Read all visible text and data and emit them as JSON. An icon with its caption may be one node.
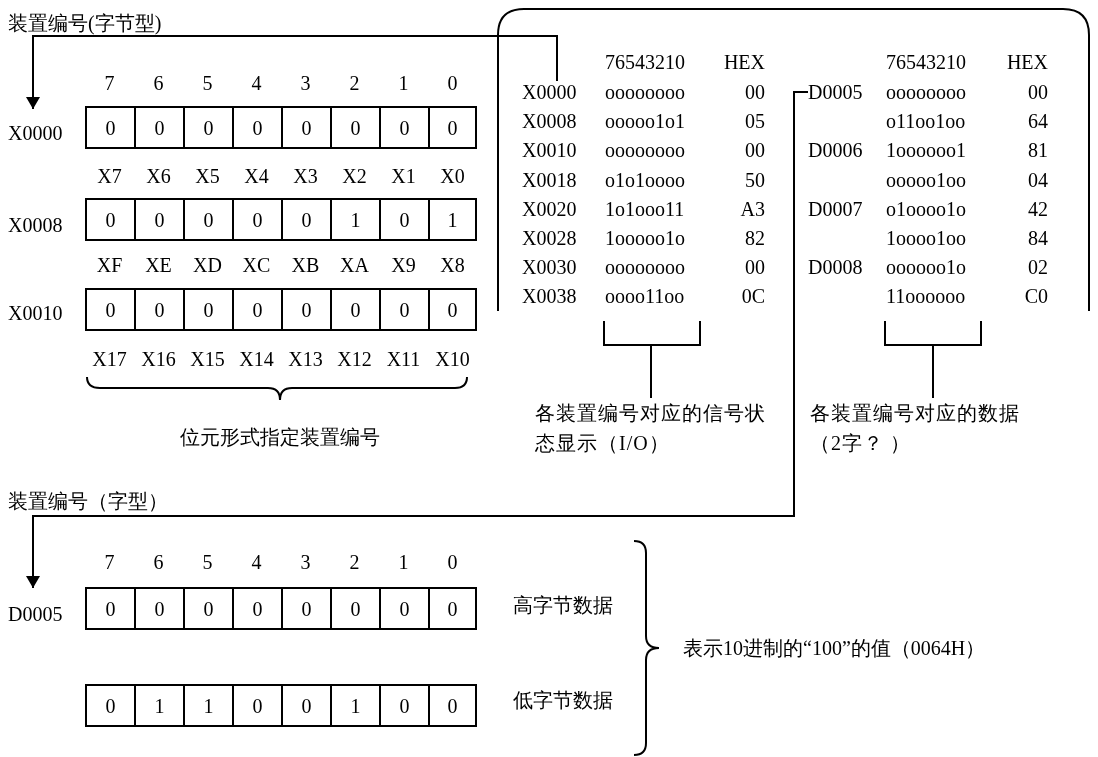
{
  "diagram": {
    "nodes": [
      {
        "text": [],
        "shape": "box"
      },
      {
        "text": [
          "X0000"
        ],
        "in": 0
      },
      {
        "text": [
          "D0005"
        ],
        "in": 0
      },
      {
        "text": [
          "X0000"
        ]
      },
      {
        "text": [
          "0"
        ]
      },
      {
        "text": [
          "0"
        ]
      },
      {
        "text": [
          "0"
        ]
      },
      {
        "text": [
          "0"
        ]
      },
      {
        "text": [
          "0"
        ]
      },
      {
        "text": [
          "0"
        ]
      },
      {
        "text": [
          "0"
        ]
      },
      {
        "text": [
          "0"
        ]
      },
      {
        "text": [
          "0"
        ]
      },
      {
        "text": [
          "0"
        ]
      },
      {
        "text": [
          "0"
        ]
      },
      {
        "text": [
          "0"
        ]
      },
      {
        "text": [
          "0"
        ]
      },
      {
        "text": [
          "1"
        ]
      },
      {
        "text": [
          "0"
        ]
      },
      {
        "text": [
          "1"
        ]
      },
      {
        "text": [
          "0"
        ]
      },
      {
        "text": [
          "0"
        ]
      },
      {
        "text": [
          "0"
        ]
      },
      {
        "text": [
          "0"
        ]
      },
      {
        "text": [
          "0"
        ]
      },
      {
        "text": [
          "0"
        ]
      },
      {
        "text": [
          "0"
        ]
      },
      {
        "text": [
          "0"
        ]
      },
      {
        "text": [
          "D0005"
        ]
      },
      {
        "text": [
          "0"
        ]
      },
      {
        "text": [
          "0"
        ]
      },
      {
        "text": [
          "0"
        ]
      },
      {
        "text": [
          "0"
        ]
      },
      {
        "text": [
          "0"
        ]
      },
      {
        "text": [
          "0"
        ]
      },
      {
        "text": [
          "0"
        ]
      },
      {
        "text": [
          "0"
        ]
      },
      {
        "text": [
          "0"
        ]
      },
      {
        "text": [
          "1"
        ]
      },
      {
        "text": [
          "1"
        ]
      },
      {
        "text": [
          "0"
        ]
      },
      {
        "text": [
          "0"
        ]
      },
      {
        "text": [
          "1"
        ]
      },
      {
        "text": [
          "0"
        ]
      },
      {
        "text": [
          "0"
        ]
      },
      {
        "text": [
          "各装置编号对应的信号状态显示（I/O）"
        ]
      },
      {
        "text": [
          "各装置编号对应的数据（2字？ ）"
        ]
      }
    ],
    "edges": [
      {
        "from": 1,
        "to": 3,
        "arrow": "to"
      },
      {
        "from": 2,
        "to": 28,
        "arrow": "to"
      },
      {
        "from": 45,
        "to": 0,
        "arrow": "none"
      },
      {
        "from": 46,
        "to": 0,
        "arrow": "none"
      }
    ],
    "labels": [
      "装置编号(字节型)",
      "7",
      "6",
      "5",
      "4",
      "3",
      "2",
      "1",
      "0",
      "X7",
      "X6",
      "X5",
      "X4",
      "X3",
      "X2",
      "X1",
      "X0",
      "X0008",
      "XF",
      "XE",
      "XD",
      "XC",
      "XB",
      "XA",
      "X9",
      "X8",
      "X0010",
      "X17",
      "X16",
      "X15",
      "X14",
      "X13",
      "X12",
      "X11",
      "X10",
      "位元形式指定装置编号",
      "76543210",
      "HEX",
      "76543210",
      "HEX",
      "oooooooo",
      "00",
      "oooooooo",
      "00",
      "X0008",
      "ooooo1o1",
      "05",
      "o11oo1oo",
      "64",
      "X0010",
      "oooooooo",
      "00",
      "D0006",
      "1oooooo1",
      "81",
      "X0018",
      "o1o1oooo",
      "50",
      "ooooo1oo",
      "04",
      "X0020",
      "1o1ooo11",
      "A3",
      "D0007",
      "o1oooo1o",
      "42",
      "X0028",
      "1ooooo1o",
      "82",
      "1oooo1oo",
      "84",
      "X0030",
      "oooooooo",
      "00",
      "D0008",
      "oooooo1o",
      "02",
      "X0038",
      "oooo11oo",
      "0C",
      "11oooooo",
      "C0",
      "装置编号（字型）",
      "7",
      "6",
      "5",
      "4",
      "3",
      "2",
      "1",
      "0",
      "高字节数据",
      "表示10进制的“100”的值（0064H）",
      "低字节数据"
    ]
  }
}
